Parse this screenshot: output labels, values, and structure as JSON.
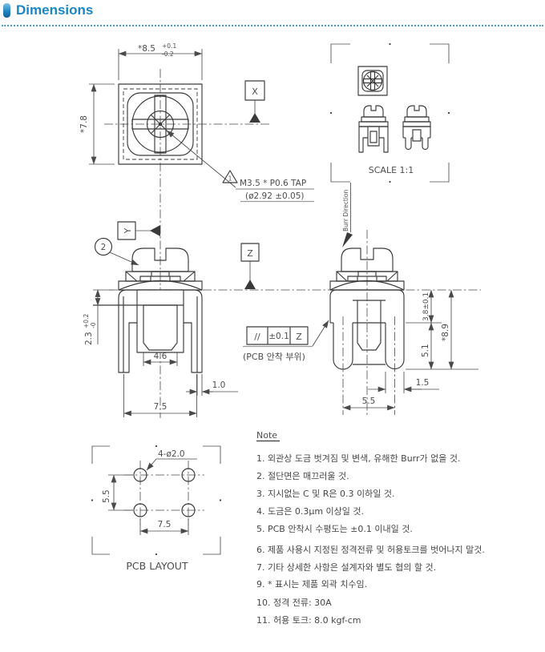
{
  "header": {
    "title": "Dimensions"
  },
  "top_view": {
    "width_dim": "*8.5",
    "width_tol_up": "+0.1",
    "width_tol_dn": "-0.2",
    "height_dim": "*7.8",
    "datum": "X",
    "balloon": "1",
    "tap_label": "M3.5 * P0.6 TAP",
    "tap_sub": "(ø2.92 ±0.05)"
  },
  "scale_view": {
    "label": "SCALE 1:1"
  },
  "front_view": {
    "datum": "Y",
    "balloon": "2",
    "depth_dim": "2.3",
    "depth_tol_up": "+0.2",
    "depth_tol_dn": "-0",
    "slot_dim": "4.6",
    "thickness_dim": "1.0",
    "span_dim": "7.5"
  },
  "side_view": {
    "burr_label": "Burr Direction",
    "datum": "Z",
    "fcf": {
      "symbol": "//",
      "tolerance": "±0.1",
      "datum": "Z",
      "note": "(PCB 안착 부위)"
    },
    "upper_dim": "3.8±0.1",
    "lower_dim": "5.1",
    "total_dim": "*8.9",
    "leg_dim": "1.5",
    "pitch_dim": "5.5"
  },
  "pcb_layout": {
    "title": "PCB LAYOUT",
    "holes_label": "4-ø2.0",
    "v_dim": "5.5",
    "h_dim": "7.5"
  },
  "notes": {
    "title": "Note",
    "items": [
      "1. 외관상 도금 벗겨짐 및 변색, 유해한 Burr가 없을 것.",
      "2. 절단면은 매끄러울 것.",
      "3. 지시없는 C 및 R은 0.3 이하일 것.",
      "4. 도금은 0.3µm 이상일 것.",
      "5. PCB 안착시 수평도는 ±0.1 이내일 것.",
      "6. 제품 사용시 지정된 정격전류 및 허용토크를 벗어나지 말것.",
      "7. 기타 상세한 사항은 설계자와 별도 협의 할 것.",
      "9. * 표시는 제품 외곽 치수임.",
      "10. 정격 전류: 30A",
      "11. 허용 토크: 8.0 kgf-cm"
    ]
  }
}
